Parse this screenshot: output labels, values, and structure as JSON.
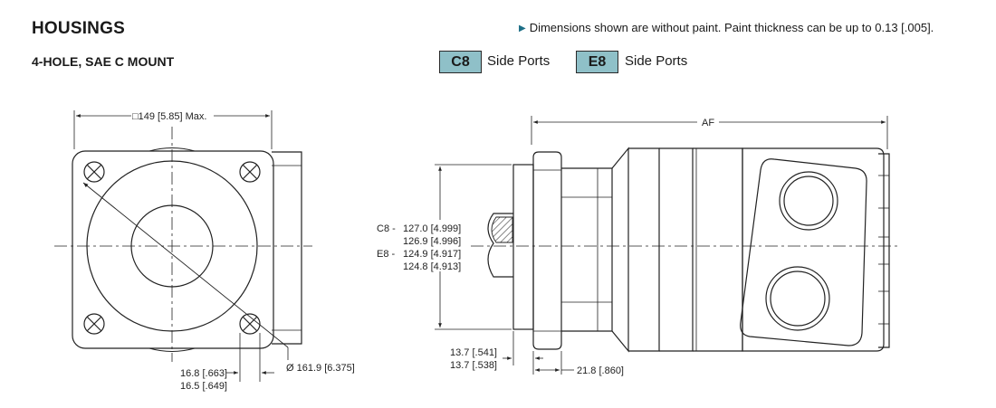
{
  "header": {
    "title": "HOUSINGS",
    "subtitle": "4-HOLE, SAE C MOUNT",
    "note": "Dimensions shown are without paint. Paint thickness can be up to 0.13 [.005]."
  },
  "ports": [
    {
      "code": "C8",
      "label": "Side Ports"
    },
    {
      "code": "E8",
      "label": "Side Ports"
    }
  ],
  "front_view": {
    "width_dim": "□149 [5.85] Max.",
    "bolt_circle_dim": "Ø 161.9 [6.375]",
    "hole_dim_1": "16.8 [.663]",
    "hole_dim_2": "16.5 [.649]"
  },
  "side_view": {
    "af_dim": "AF",
    "pilot_dims": [
      {
        "prefix": "C8 -",
        "value": "127.0 [4.999]"
      },
      {
        "prefix": "",
        "value": "126.9 [4.996]"
      },
      {
        "prefix": "E8 -",
        "value": "124.9 [4.917]"
      },
      {
        "prefix": "",
        "value": "124.8 [4.913]"
      }
    ],
    "flange_dim_1": "13.7 [.541]",
    "flange_dim_2": "13.7 [.538]",
    "pilot_len_dim": "21.8 [.860]"
  }
}
